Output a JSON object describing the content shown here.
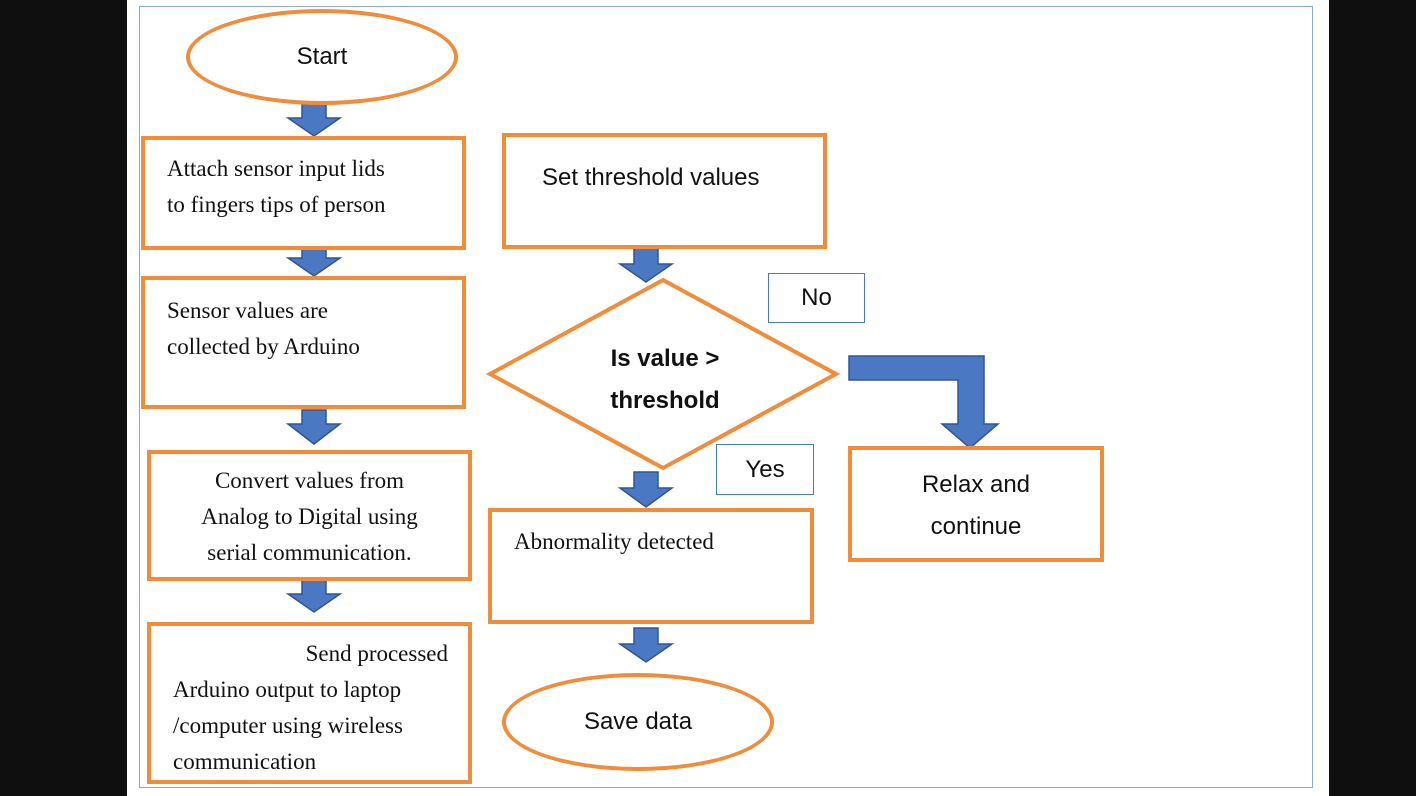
{
  "flowchart": {
    "start": "Start",
    "step1": [
      "Attach sensor input lids",
      "to fingers tips of person"
    ],
    "step2": [
      "Sensor values are",
      "collected by Arduino"
    ],
    "step3": [
      "Convert values from",
      "Analog to Digital using",
      "serial communication."
    ],
    "step4": [
      "Send processed",
      "Arduino output to laptop",
      "/computer using wireless",
      "communication"
    ],
    "threshold": "Set threshold values",
    "decision": [
      "Is value >",
      "threshold"
    ],
    "label_no": "No",
    "label_yes": "Yes",
    "relax": [
      "Relax and",
      "continue"
    ],
    "abnormal": "Abnormality detected",
    "save": "Save data"
  },
  "colors": {
    "box_border": "#f08c3a",
    "arrow": "#4a78c2",
    "frame": "#8aa9d6"
  }
}
